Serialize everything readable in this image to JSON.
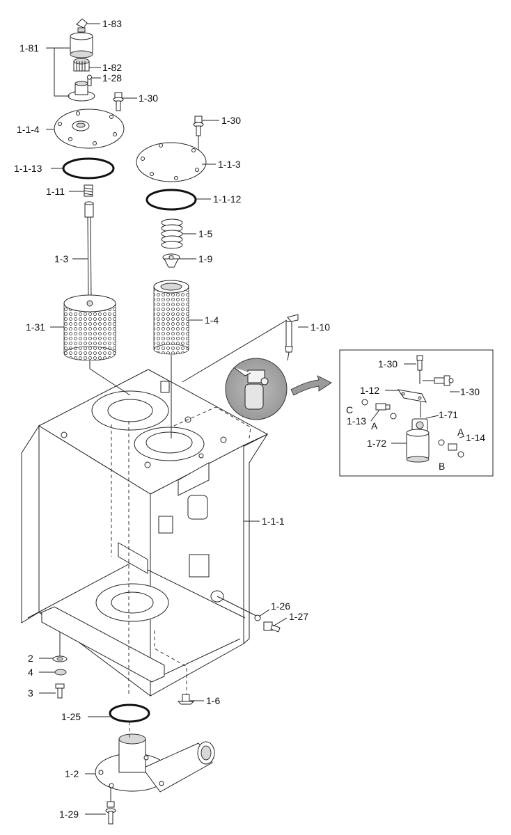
{
  "labels": {
    "l_1_83": "1-83",
    "l_1_81": "1-81",
    "l_1_82": "1-82",
    "l_1_28": "1-28",
    "l_1_30_top": "1-30",
    "l_1_1_4": "1-1-4",
    "l_1_30_right": "1-30",
    "l_1_1_3": "1-1-3",
    "l_1_1_13": "1-1-13",
    "l_1_1_12": "1-1-12",
    "l_1_11": "1-11",
    "l_1_5": "1-5",
    "l_1_3": "1-3",
    "l_1_9": "1-9",
    "l_1_4": "1-4",
    "l_1_31": "1-31",
    "l_1_10": "1-10",
    "l_1_1_1": "1-1-1",
    "l_1_26": "1-26",
    "l_1_27": "1-27",
    "l_2": "2",
    "l_4": "4",
    "l_3": "3",
    "l_1_6": "1-6",
    "l_1_25": "1-25",
    "l_1_2": "1-2",
    "l_1_29": "1-29"
  },
  "detail_labels": {
    "d_1_30_a": "1-30",
    "d_1_30_b": "1-30",
    "d_1_12": "1-12",
    "d_C": "C",
    "d_1_13": "1-13",
    "d_A1": "A",
    "d_1_71": "1-71",
    "d_1_72": "1-72",
    "d_A2": "A",
    "d_1_14": "1-14",
    "d_B": "B"
  }
}
